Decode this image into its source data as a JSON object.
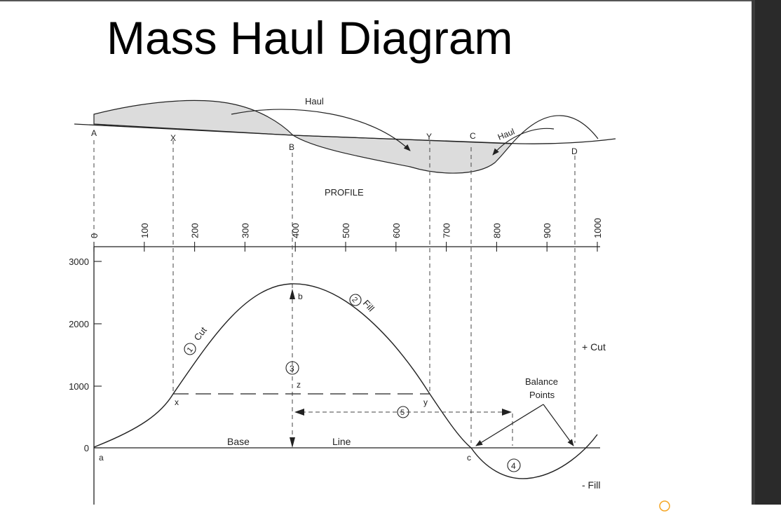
{
  "slide": {
    "title": "Mass Haul Diagram"
  },
  "profile": {
    "points": [
      "A",
      "X",
      "B",
      "Y",
      "C",
      "D"
    ],
    "section_label": "PROFILE",
    "haul_labels": [
      "Haul",
      "Haul"
    ]
  },
  "stations": {
    "ticks": [
      "0",
      "100",
      "200",
      "300",
      "400",
      "500",
      "600",
      "700",
      "800",
      "900",
      "1000"
    ]
  },
  "mass_diagram": {
    "y_ticks": [
      "3000",
      "2000",
      "1000",
      "0"
    ],
    "curve_labels": {
      "a": "a",
      "b": "b",
      "c": "c",
      "x": "x",
      "y": "y",
      "z": "z",
      "cut": "Cut",
      "fill": "Fill",
      "circle_1": "1",
      "circle_2": "2",
      "circle_3": "3",
      "circle_4": "4",
      "circle_5": "5"
    },
    "base_line": [
      "Base",
      "Line"
    ],
    "balance_points": [
      "Balance",
      "Points"
    ],
    "side_labels": {
      "cut": "+ Cut",
      "fill": "- Fill"
    }
  },
  "colors": {
    "fill_area": "#dcdcdc",
    "line": "#222222",
    "sidebar": "#2a2a2a",
    "accent_mark": "#f5a623"
  }
}
